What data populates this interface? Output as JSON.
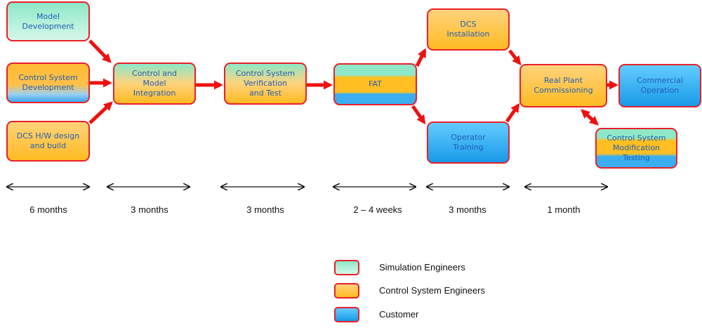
{
  "nodes": {
    "model_dev": "Model\nDevelopment",
    "control_sys_dev": "Control System\nDevelopment",
    "dcs_hw": "DCS H/W design\nand build",
    "integration": "Control and\nModel\nIntegration",
    "verification": "Control System\nVerification\nand Test",
    "fat": "FAT",
    "dcs_install": "DCS\nInstallation",
    "operator_training": "Operator\nTraining",
    "commissioning": "Real Plant\nCommissioning",
    "commercial": "Commercial\nOperation",
    "modification": "Control System\nModification\nTesting"
  },
  "durations": [
    "6 months",
    "3 months",
    "3 months",
    "2 – 4 weeks",
    "3 months",
    "1 month"
  ],
  "legend": [
    {
      "label": "Simulation Engineers",
      "color": "#8ee8c8"
    },
    {
      "label": "Control System Engineers",
      "color": "#ffbb22"
    },
    {
      "label": "Customer",
      "color": "#189ae8"
    }
  ],
  "colors": {
    "border": "#e8202a",
    "arrow": "#ee1111",
    "text": "#1f5fb4"
  }
}
